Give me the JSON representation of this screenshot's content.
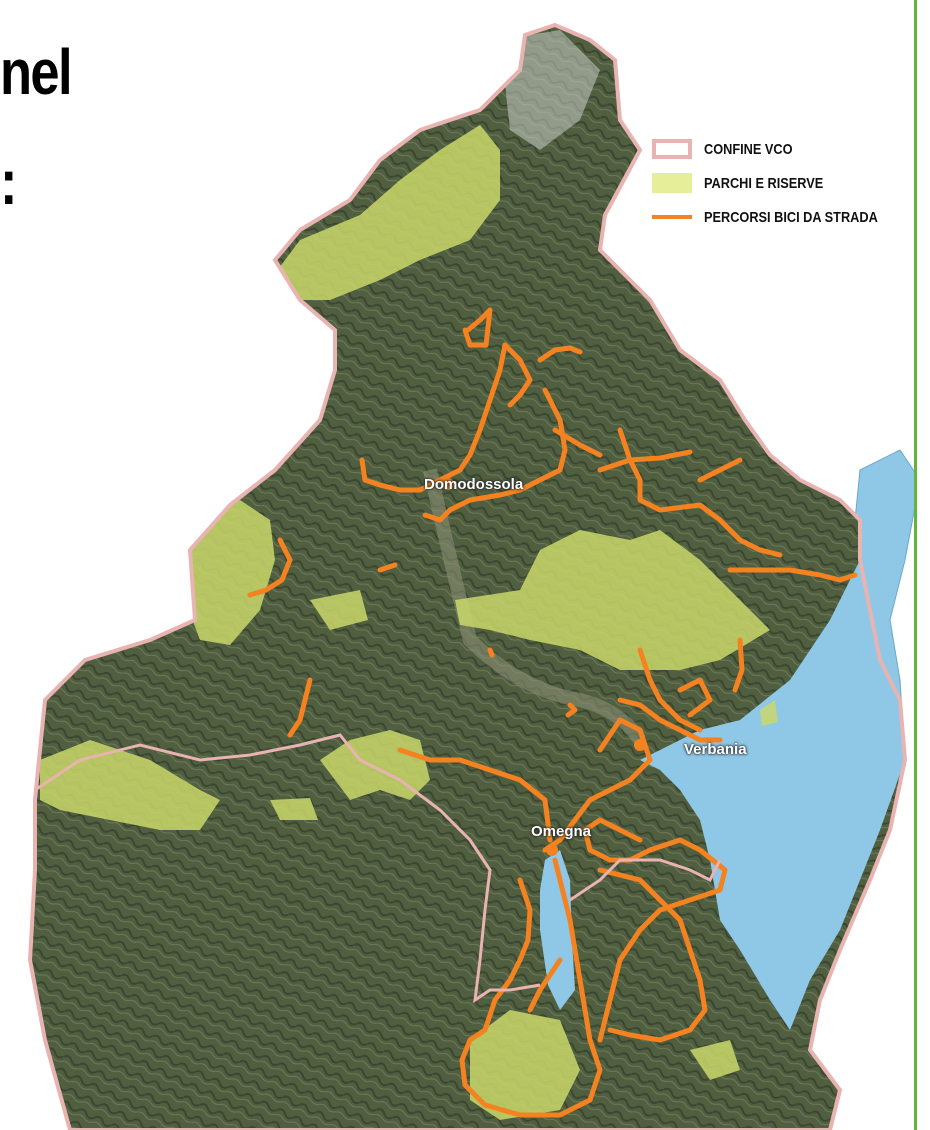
{
  "heading": {
    "line1": "nel",
    "line2": ":"
  },
  "legend": {
    "items": [
      {
        "label": "CONFINE VCO",
        "icon": "border-swatch-icon",
        "color": "#e8b3b0"
      },
      {
        "label": "PARCHI E RISERVE",
        "icon": "park-swatch-icon",
        "color": "#e6ee9a"
      },
      {
        "label": "PERCORSI BICI DA STRADA",
        "icon": "route-line-icon",
        "color": "#f58220"
      }
    ]
  },
  "cities": {
    "domodossola": "Domodossola",
    "verbania": "Verbania",
    "omegna": "Omegna"
  },
  "colors": {
    "terrain": "#4a5a3c",
    "border": "#e8b3b0",
    "parks": "#c9d86a",
    "routes": "#f58220",
    "lake": "#8fc7e6",
    "accent_bar": "#64b43c"
  }
}
